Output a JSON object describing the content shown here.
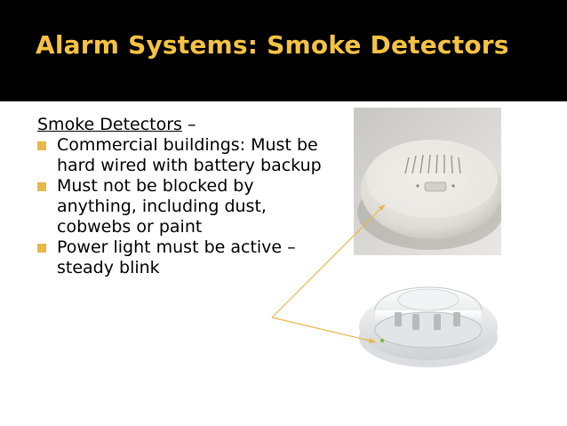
{
  "slide": {
    "title": "Alarm Systems: Smoke Detectors",
    "heading": "Smoke Detectors",
    "heading_suffix": " –",
    "bullets": [
      "Commercial buildings: Must be hard wired with battery backup",
      "Must not be blocked by anything, including dust, cobwebs or paint",
      "Power light must be active – steady blink"
    ]
  },
  "colors": {
    "title_bar": "#000000",
    "title_text": "#f5c242",
    "bullet": "#e8b84a",
    "pointer_line": "#e8b84a"
  },
  "images": {
    "top": "ceiling-smoke-detector-photo",
    "bottom": "white-smoke-detector-photo"
  }
}
